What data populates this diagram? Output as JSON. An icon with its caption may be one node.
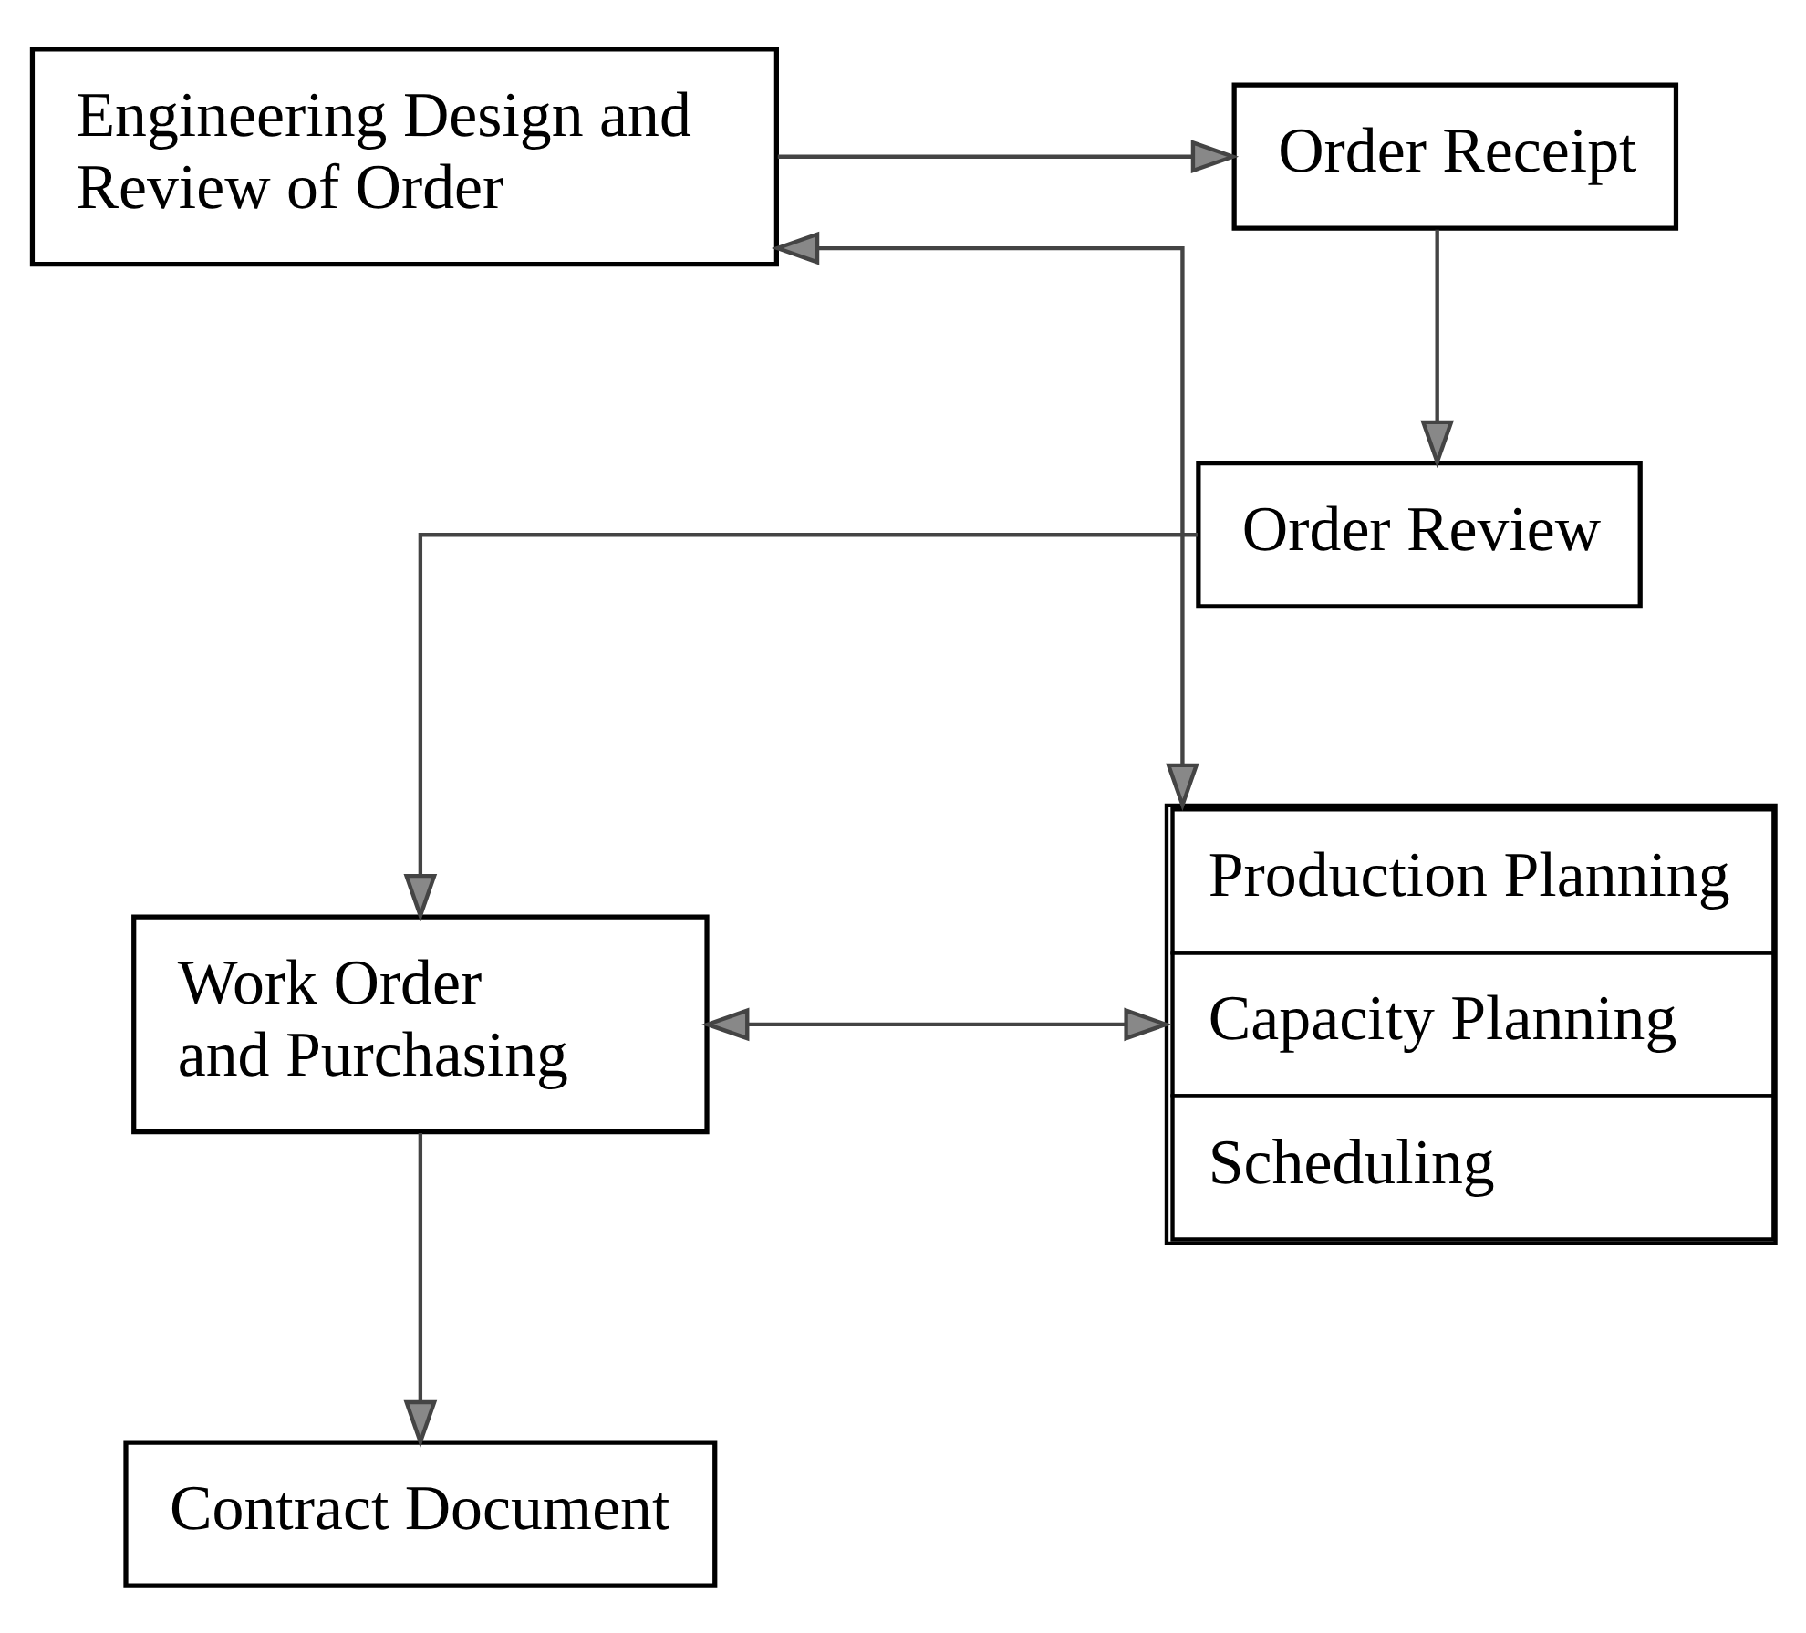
{
  "diagram": {
    "nodes": [
      {
        "text": [
          "Order Receipt"
        ]
      },
      {
        "text": [
          "Engineering Design and Review of Order"
        ]
      },
      {
        "text": [
          "Order Review"
        ]
      },
      {
        "text": [
          "Production Planning",
          "Capacity Planning",
          "Scheduling"
        ]
      },
      {
        "text": [
          "Work Order and Purchasing"
        ]
      },
      {
        "text": [
          "Contract Document"
        ]
      }
    ],
    "edges": [
      {
        "from": 1,
        "to": 0,
        "arrow": "to"
      },
      {
        "from": 0,
        "to": 2,
        "arrow": "to"
      },
      {
        "from": 1,
        "to": 3,
        "arrow": "both"
      },
      {
        "from": 2,
        "to": 4,
        "arrow": "to"
      },
      {
        "from": 4,
        "to": 3,
        "arrow": "both"
      },
      {
        "from": 4,
        "to": 5,
        "arrow": "to"
      }
    ]
  }
}
